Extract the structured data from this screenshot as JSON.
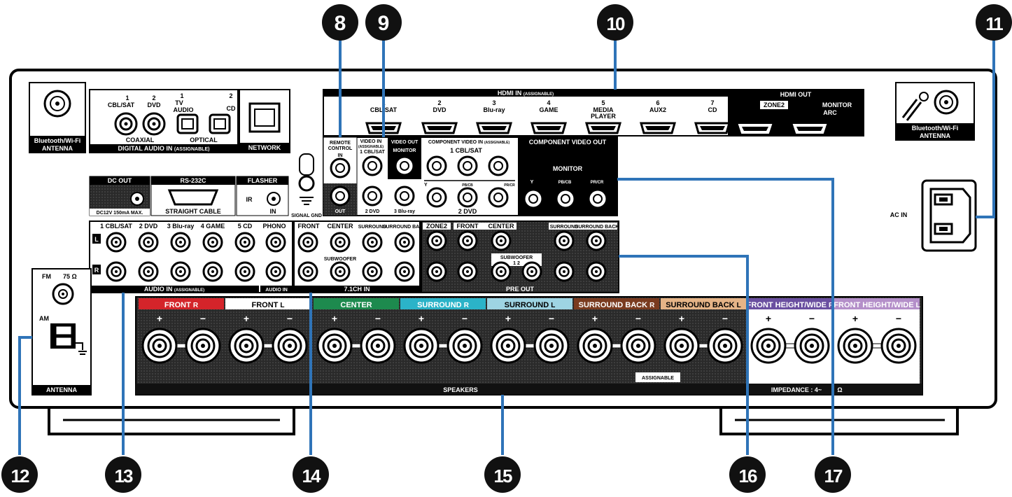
{
  "callouts": [
    "8",
    "9",
    "10",
    "11",
    "12",
    "13",
    "14",
    "15",
    "16",
    "17"
  ],
  "hdmi_in": {
    "title": "HDMI IN",
    "title_sub": "(ASSIGNABLE)",
    "inputs": [
      {
        "n": "1",
        "name": "CBL/SAT"
      },
      {
        "n": "2",
        "name": "DVD"
      },
      {
        "n": "3",
        "name": "Blu-ray"
      },
      {
        "n": "4",
        "name": "GAME"
      },
      {
        "n": "5",
        "name": "MEDIA PLAYER"
      },
      {
        "n": "6",
        "name": "AUX2"
      },
      {
        "n": "7",
        "name": "CD"
      }
    ]
  },
  "hdmi_out": {
    "title": "HDMI OUT",
    "zone2": "ZONE2",
    "monitor": "MONITOR",
    "arc": "ARC"
  },
  "bt_antenna_left": {
    "line1": "Bluetooth/Wi-Fi",
    "line2": "ANTENNA"
  },
  "bt_antenna_right": {
    "line1": "Bluetooth/Wi-Fi",
    "line2": "ANTENNA"
  },
  "digital_audio": {
    "coax1_num": "1",
    "coax1_name": "CBL/SAT",
    "coax2_num": "2",
    "coax2_name": "DVD",
    "opt1_num": "1",
    "opt1_name_a": "TV",
    "opt1_name_b": "AUDIO",
    "opt2_num": "2",
    "opt2_name": "CD",
    "coaxial": "COAXIAL",
    "optical": "OPTICAL",
    "title": "DIGITAL AUDIO IN",
    "title_sub": "(ASSIGNABLE)"
  },
  "network": "NETWORK",
  "dc_out": {
    "title": "DC OUT",
    "spec": "DC12V 150mA MAX."
  },
  "rs232c": {
    "title": "RS-232C",
    "sub": "STRAIGHT CABLE"
  },
  "flasher": {
    "title": "FLASHER",
    "ir": "IR",
    "in": "IN"
  },
  "signal_gnd": "SIGNAL GND",
  "remote_control": {
    "title_a": "REMOTE",
    "title_b": "CONTROL",
    "in": "IN",
    "out": "OUT"
  },
  "video_in": {
    "title_a": "VIDEO IN",
    "title_b": "(ASSIGNABLE)",
    "in1": "1 CBL/SAT",
    "in2": "2 DVD",
    "in3": "3 Blu-ray"
  },
  "video_out": {
    "title": "VIDEO OUT",
    "monitor": "MONITOR"
  },
  "component_in": {
    "title": "COMPONENT VIDEO IN",
    "title_sub": "(ASSIGNABLE)",
    "in1": "1 CBL/SAT",
    "in2": "2 DVD",
    "y": "Y",
    "pb": "PB/CB",
    "pr": "PR/CR"
  },
  "component_out": {
    "title": "COMPONENT VIDEO OUT",
    "monitor": "MONITOR",
    "y": "Y",
    "pb": "PB/CB",
    "pr": "PR/CR"
  },
  "audio_in": {
    "labels": [
      "1 CBL/SAT",
      "2 DVD",
      "3 Blu-ray",
      "4 GAME",
      "5 CD"
    ],
    "phono": "PHONO",
    "l": "L",
    "r": "R",
    "title": "AUDIO IN",
    "title_sub": "(ASSIGNABLE)",
    "title2": "AUDIO IN"
  },
  "ch71_in": {
    "front": "FRONT",
    "center": "CENTER",
    "surround": "SURROUND",
    "surround_back": "SURROUND BACK",
    "subwoofer": "SUBWOOFER",
    "title": "7.1CH IN"
  },
  "pre_out": {
    "zone2": "ZONE2",
    "front": "FRONT",
    "center": "CENTER",
    "surround": "SURROUND",
    "surround_back": "SURROUND BACK",
    "subwoofer": "SUBWOOFER",
    "sub12": "1 2",
    "title": "PRE OUT"
  },
  "fm_am": {
    "fm": "FM",
    "ohm": "75 Ω",
    "am": "AM",
    "title": "ANTENNA"
  },
  "ac_in": "AC IN",
  "speakers": {
    "channels": [
      {
        "label": "FRONT",
        "side": "R",
        "color": "#d4242a"
      },
      {
        "label": "FRONT",
        "side": "L",
        "color": "#ffffff"
      },
      {
        "label": "CENTER",
        "side": "",
        "color": "#1d8a4e"
      },
      {
        "label": "SURROUND",
        "side": "R",
        "color": "#2bb3c8"
      },
      {
        "label": "SURROUND",
        "side": "L",
        "color": "#9ed4e3"
      },
      {
        "label": "SURROUND BACK",
        "side": "R",
        "color": "#7a3b1f"
      },
      {
        "label": "SURROUND BACK",
        "side": "L",
        "color": "#e5b487"
      },
      {
        "label": "FRONT HEIGHT/WIDE",
        "side": "R",
        "color": "#6a4fa0"
      },
      {
        "label": "FRONT HEIGHT/WIDE",
        "side": "L",
        "color": "#b48fc9"
      }
    ],
    "title": "SPEAKERS",
    "assignable": "ASSIGNABLE",
    "impedance": "IMPEDANCE : 4~",
    "impedance_end": "Ω",
    "plus": "+",
    "minus": "−"
  },
  "colors": {
    "callout": "#111111",
    "leader": "#2f74b8",
    "panel": "#222222"
  }
}
